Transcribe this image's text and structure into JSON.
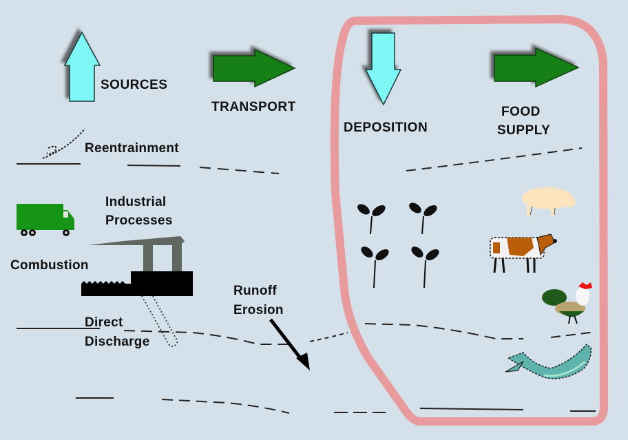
{
  "diagram": {
    "title": "Pollutant pathways from sources to food supply",
    "stages": {
      "sources": "SOURCES",
      "transport": "TRANSPORT",
      "deposition": "DEPOSITION",
      "food_supply_line1": "FOOD",
      "food_supply_line2": "SUPPLY"
    },
    "processes": {
      "reentrainment": "Reentrainment",
      "industrial_line1": "Industrial",
      "industrial_line2": "Processes",
      "combustion": "Combustion",
      "direct_line1": "Direct",
      "direct_line2": "Discharge",
      "runoff_line1": "Runoff",
      "runoff_line2": "Erosion"
    },
    "food_items": [
      "crops",
      "pig",
      "cow",
      "rooster",
      "fish"
    ],
    "colors": {
      "background": "#d5e1ea",
      "up_down_arrow": "#7ef7f7",
      "transport_arrow": "#128012",
      "highlight_outline": "#e89a9c",
      "truck": "#169416",
      "factory": "#000000",
      "smoke": "#5f6760"
    }
  }
}
